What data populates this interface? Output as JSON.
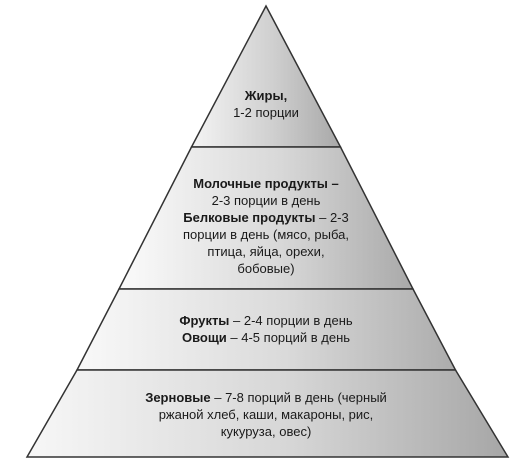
{
  "tiers": [
    {
      "lines": [
        [
          {
            "text": "Жиры,",
            "bold": true
          }
        ],
        [
          {
            "text": "1-2 порции",
            "bold": false
          }
        ]
      ]
    },
    {
      "lines": [
        [
          {
            "text": "Молочные продукты –",
            "bold": true
          }
        ],
        [
          {
            "text": "2-3 порции в день",
            "bold": false
          }
        ],
        [
          {
            "text": "Белковые продукты",
            "bold": true
          },
          {
            "text": " – 2-3",
            "bold": false
          }
        ],
        [
          {
            "text": "порции в день (мясо, рыба,",
            "bold": false
          }
        ],
        [
          {
            "text": "птица, яйца, орехи,",
            "bold": false
          }
        ],
        [
          {
            "text": "бобовые)",
            "bold": false
          }
        ]
      ]
    },
    {
      "lines": [
        [
          {
            "text": "Фрукты",
            "bold": true
          },
          {
            "text": " – 2-4 порции в день",
            "bold": false
          }
        ],
        [
          {
            "text": "Овощи",
            "bold": true
          },
          {
            "text": " – 4-5 порций в день",
            "bold": false
          }
        ]
      ]
    },
    {
      "lines": [
        [
          {
            "text": "Зерновые",
            "bold": true
          },
          {
            "text": " – 7-8 порций в день (черный",
            "bold": false
          }
        ],
        [
          {
            "text": "ржаной хлеб, каши, макароны, рис,",
            "bold": false
          }
        ],
        [
          {
            "text": "кукуруза, овес)",
            "bold": false
          }
        ]
      ]
    }
  ]
}
